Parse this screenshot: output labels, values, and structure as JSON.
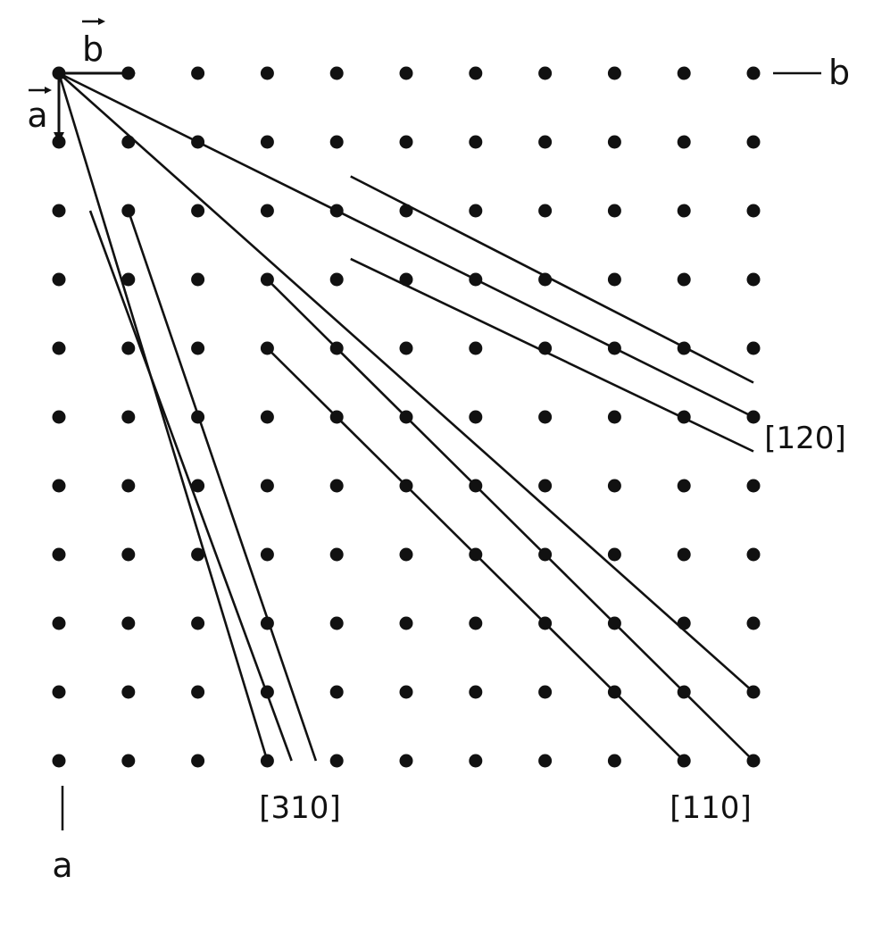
{
  "labels": {
    "vec_b": "b",
    "vec_a": "a",
    "axis_b": "b",
    "axis_a": "a",
    "dir_120": "[120]",
    "dir_310": "[310]",
    "dir_110": "[110]"
  },
  "lattice": {
    "rows": 11,
    "cols": 11
  },
  "directions": [
    {
      "name": "120",
      "lines": [
        {
          "from": [
            0,
            0
          ],
          "to": [
            5,
            10
          ]
        },
        {
          "from": [
            1.5,
            4.2
          ],
          "to": [
            4.5,
            10
          ]
        },
        {
          "from": [
            2.7,
            4.2
          ],
          "to": [
            5.5,
            10
          ]
        }
      ]
    },
    {
      "name": "110",
      "lines": [
        {
          "from": [
            0,
            0
          ],
          "to": [
            9,
            10
          ]
        },
        {
          "from": [
            3,
            3
          ],
          "to": [
            10,
            10
          ]
        },
        {
          "from": [
            4,
            3
          ],
          "to": [
            10,
            9
          ]
        }
      ]
    },
    {
      "name": "310",
      "lines": [
        {
          "from": [
            0,
            0
          ],
          "to": [
            10,
            3
          ]
        },
        {
          "from": [
            2,
            0.45
          ],
          "to": [
            10,
            3.35
          ]
        },
        {
          "from": [
            2,
            1
          ],
          "to": [
            10,
            3.7
          ]
        }
      ]
    }
  ],
  "colors": {
    "ink": "#111111",
    "background": "#ffffff"
  }
}
